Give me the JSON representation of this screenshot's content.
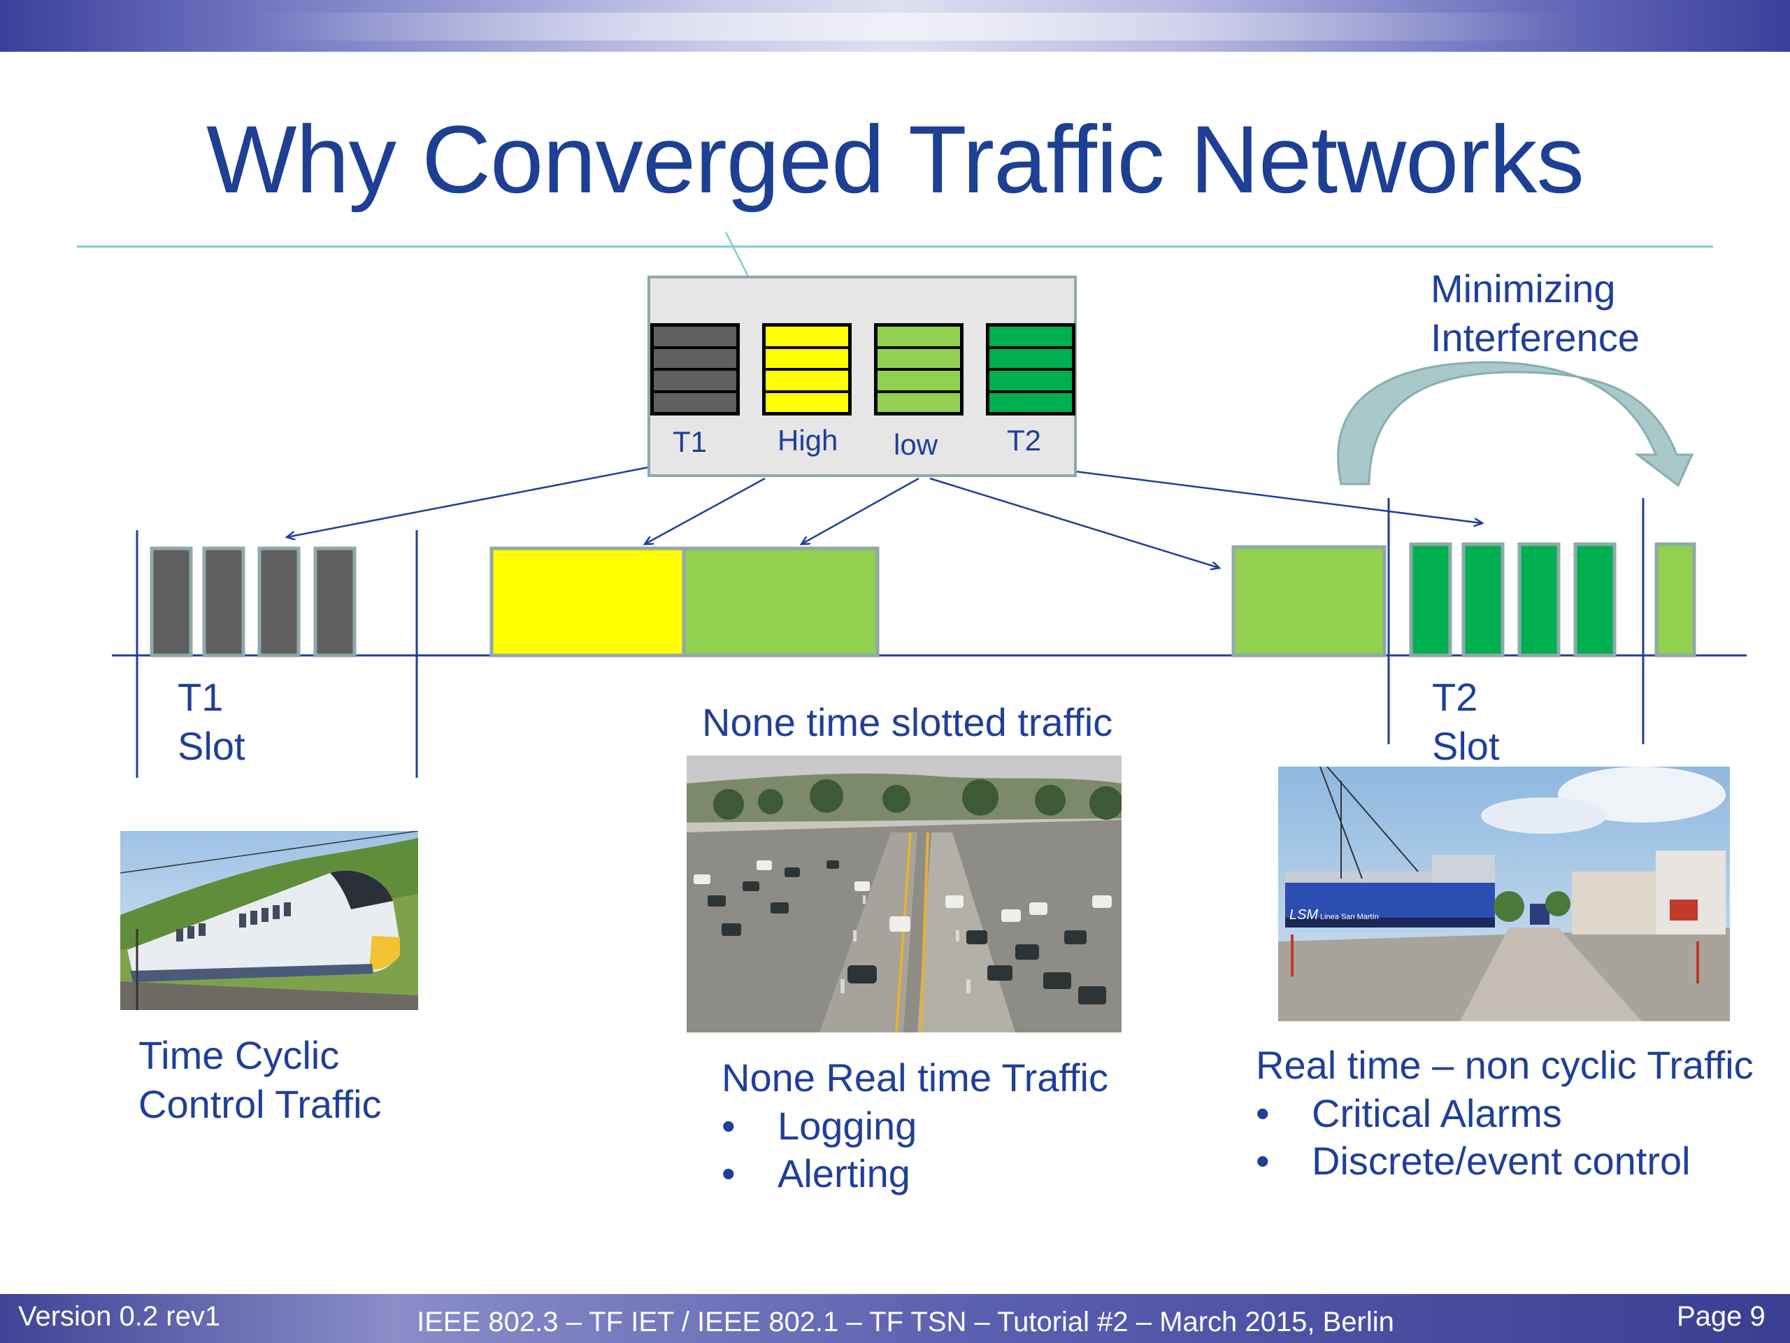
{
  "slide": {
    "title": "Why Converged Traffic Networks",
    "queues": [
      {
        "label": "T1",
        "color": "#5f5f5f"
      },
      {
        "label": "High",
        "color": "#ffff00"
      },
      {
        "label": "low",
        "color": "#92d050"
      },
      {
        "label": "T2",
        "color": "#00b050"
      }
    ],
    "minimizing_line1": "Minimizing",
    "minimizing_line2": "Interference",
    "t1_slot_line1": "T1",
    "t1_slot_line2": "Slot",
    "t2_slot_line1": "T2",
    "t2_slot_line2": "Slot",
    "none_time_slotted": "None time slotted traffic",
    "left_caption_line1": "Time Cyclic",
    "left_caption_line2": "Control Traffic",
    "middle_caption": "None Real time Traffic",
    "middle_bullets": [
      "Logging",
      "Alerting"
    ],
    "right_caption": "Real time – non cyclic Traffic",
    "right_bullets": [
      "Critical Alarms",
      "Discrete/event control"
    ],
    "train_logo": "LSM",
    "train_text": "Linea San Martín"
  },
  "footer": {
    "version": "Version 0.2 rev1",
    "center": "IEEE 802.3 – TF IET / IEEE 802.1 – TF TSN – Tutorial #2 – March 2015, Berlin",
    "page": "Page 9"
  },
  "colors": {
    "title_blue": "#1d3f94",
    "gray": "#5f5f5f",
    "yellow": "#ffff00",
    "light_green": "#92d050",
    "green": "#00b050"
  }
}
